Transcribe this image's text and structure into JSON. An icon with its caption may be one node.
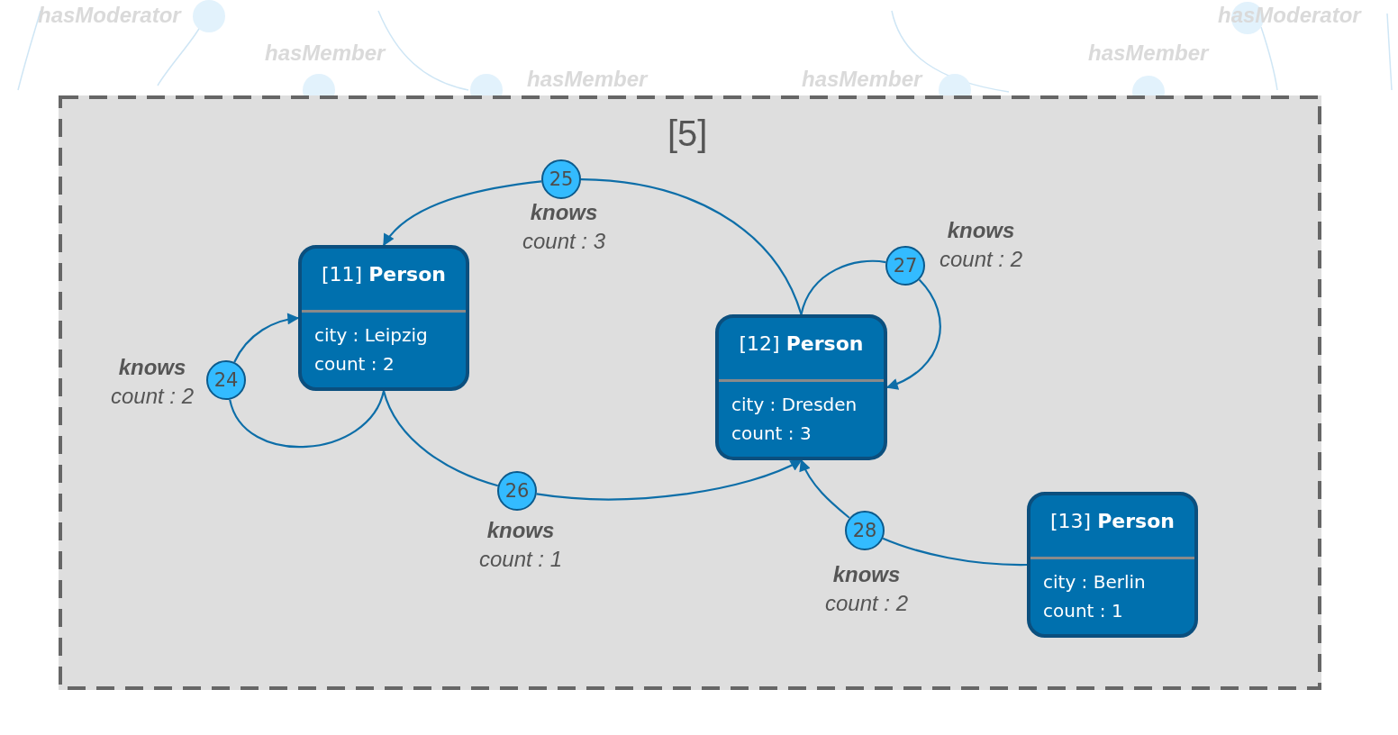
{
  "diagram": {
    "nodes": [
      {
        "text": [
          "[5]"
        ]
      },
      {
        "text": [
          "[11] **Person**",
          "city : Leipzig",
          "count : 2"
        ],
        "in": 0
      },
      {
        "text": [
          "[12] **Person**",
          "city : Dresden",
          "count : 3"
        ],
        "in": 0
      },
      {
        "text": [
          "[13] **Person**",
          "city : Berlin",
          "count : 1"
        ],
        "in": 0
      },
      {
        "text": [
          "24"
        ],
        "in": 0,
        "beside": [
          "knows",
          "count : 2"
        ]
      },
      {
        "text": [
          "25"
        ],
        "in": 0,
        "beside": [
          "knows",
          "count : 3"
        ]
      },
      {
        "text": [
          "26"
        ],
        "in": 0,
        "beside": [
          "knows",
          "count : 1"
        ]
      },
      {
        "text": [
          "27"
        ],
        "in": 0,
        "beside": [
          "knows",
          "count : 2"
        ]
      },
      {
        "text": [
          "28"
        ],
        "in": 0,
        "beside": [
          "knows",
          "count : 2"
        ]
      }
    ],
    "edges": [
      {
        "from": 1,
        "to": 4,
        "arrow": "none"
      },
      {
        "from": 4,
        "to": 1,
        "arrow": "to"
      },
      {
        "from": 2,
        "to": 5,
        "arrow": "none"
      },
      {
        "from": 5,
        "to": 1,
        "arrow": "to"
      },
      {
        "from": 1,
        "to": 6,
        "arrow": "none"
      },
      {
        "from": 6,
        "to": 2,
        "arrow": "to"
      },
      {
        "from": 2,
        "to": 7,
        "arrow": "none"
      },
      {
        "from": 7,
        "to": 2,
        "arrow": "to"
      },
      {
        "from": 3,
        "to": 8,
        "arrow": "none"
      },
      {
        "from": 8,
        "to": 2,
        "arrow": "to"
      }
    ],
    "labels": [
      "hasModerator",
      "hasModerator",
      "hasMember",
      "hasMember",
      "hasMember",
      "hasMember"
    ]
  }
}
